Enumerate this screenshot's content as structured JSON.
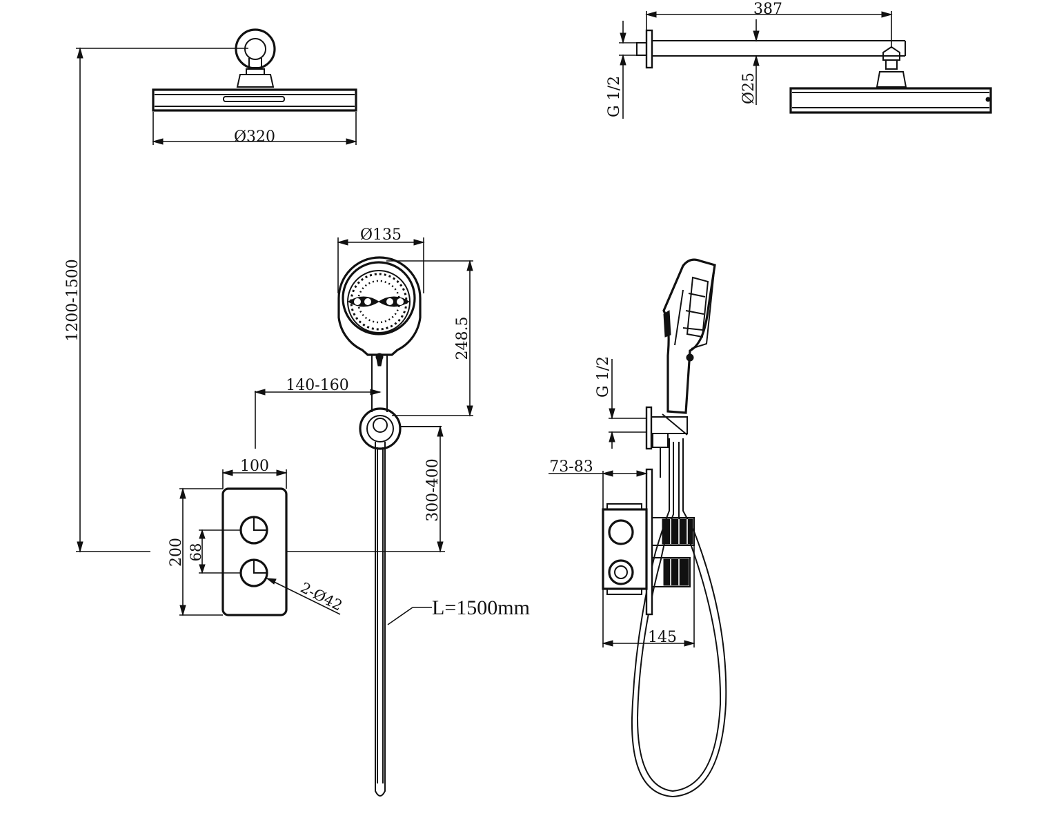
{
  "dimensions": {
    "shower_head_diameter": "Ø320",
    "install_height": "1200-1500",
    "arm_length": "387",
    "inlet_thread_top": "G 1/2",
    "arm_diameter": "Ø25",
    "handshower_diameter": "Ø135",
    "handshower_height": "248.5",
    "holder_offset": "140-160",
    "panel_width": "100",
    "holder_height": "300-400",
    "panel_height": "200",
    "knob_spacing": "68",
    "knob_diameter": "2-Ø42",
    "hose_length": "L=1500mm",
    "inlet_thread_side": "G 1/2",
    "wall_depth": "73-83",
    "body_depth": "145"
  }
}
